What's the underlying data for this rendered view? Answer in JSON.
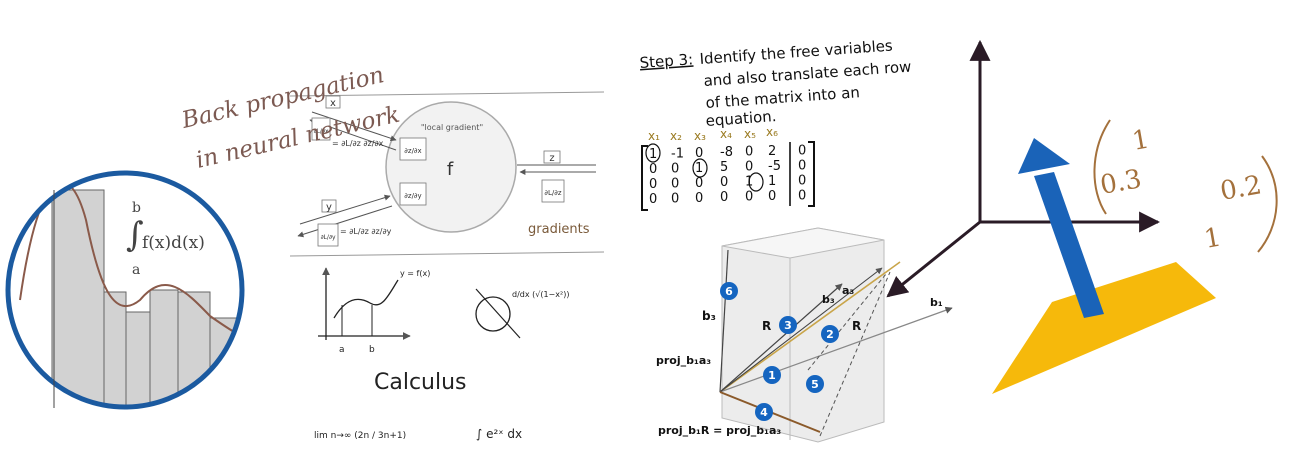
{
  "backprop": {
    "title_line1": "Back propagation",
    "title_line2": "in neural network",
    "node_label": "f",
    "local_gradient": "\"local gradient\"",
    "input_x": "x",
    "input_y": "y",
    "output_z": "z",
    "dz_dx": "∂z/∂x",
    "dz_dy": "∂z/∂y",
    "dL_dz": "∂L/∂z",
    "dL_dx": "∂L/∂x",
    "dL_dy": "∂L/∂y",
    "chain_x": "= ∂L/∂z ∂z/∂x",
    "chain_y": "= ∂L/∂z ∂z/∂y",
    "gradients": "gradients"
  },
  "integral": {
    "upper": "b",
    "lower": "a",
    "expr": "f(x)d(x)"
  },
  "calculus": {
    "word": "Calculus",
    "curve_label": "y = f(x)",
    "tick_a": "a",
    "tick_b": "b",
    "derivative_expr": "d/dx (√(1−x²))",
    "limit_expr": "lim n→∞ (2n / 3n+1)",
    "integral_expr": "∫ e²ˣ dx"
  },
  "step3": {
    "lead": "Step 3:",
    "line1": "Identify the free variables",
    "line2": "and also translate each row",
    "line3": "of the matrix into an",
    "line4": "equation.",
    "headers": [
      "x₁",
      "x₂",
      "x₃",
      "x₄",
      "x₅",
      "x₆"
    ],
    "rows": [
      [
        "1",
        "-1",
        "0",
        "-8",
        "0",
        "2",
        "0"
      ],
      [
        "0",
        "0",
        "1",
        "5",
        "0",
        "-5",
        "0"
      ],
      [
        "0",
        "0",
        "0",
        "0",
        "1",
        "1",
        "0"
      ],
      [
        "0",
        "0",
        "0",
        "0",
        "0",
        "0",
        "0"
      ]
    ]
  },
  "projection": {
    "labels": {
      "b3_left": "b₃",
      "b3_inner": "b₃",
      "a3": "a₃",
      "b1": "b₁",
      "R_left": "R",
      "R_right": "R",
      "proj_a3": "proj_b₁a₃",
      "proj_R": "proj_b₁R = proj_b₁a₃"
    },
    "badges": [
      "1",
      "2",
      "3",
      "4",
      "5",
      "6"
    ],
    "badge_color": "#1565c0"
  },
  "matrix": {
    "entries": [
      "1",
      "0.2",
      "0.3",
      "1"
    ]
  },
  "colors": {
    "arrow_blue": "#1a63b8",
    "plane_yellow": "#f6b90b",
    "matrix_brown": "#a4713c",
    "title_brown": "#7c5a52",
    "circle_blue": "#1b5aa0",
    "axes": "#2a1b26"
  }
}
